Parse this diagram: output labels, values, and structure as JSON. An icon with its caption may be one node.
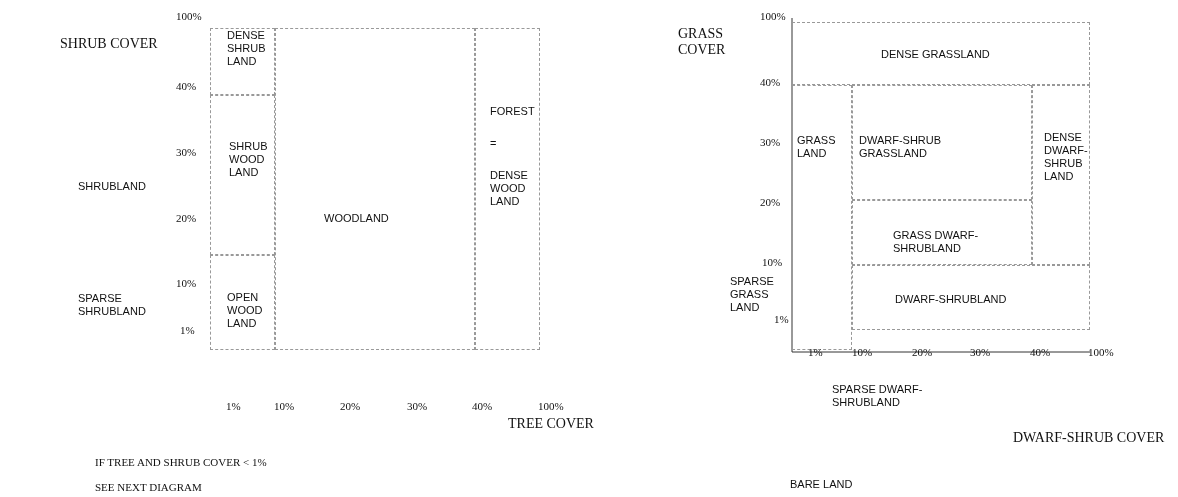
{
  "diagram": {
    "nodes": [
      {
        "text": [
          "DENSE SHRUB LAND"
        ]
      },
      {
        "text": [
          "SHRUB WOOD LAND"
        ]
      },
      {
        "text": [
          "WOODLAND"
        ]
      },
      {
        "text": [
          "FOREST",
          "=",
          "DENSE WOOD LAND"
        ]
      },
      {
        "text": [
          "OPEN WOOD LAND"
        ]
      },
      {
        "text": [
          "DENSE GRASSLAND"
        ]
      },
      {
        "text": [
          "GRASS LAND"
        ]
      },
      {
        "text": [
          "DWARF-SHRUB GRASSLAND"
        ]
      },
      {
        "text": [
          "DENSE DWARF-SHRUB LAND"
        ]
      },
      {
        "text": [
          "GRASS DWARF-SHRUBLAND"
        ]
      },
      {
        "text": [
          "DWARF-SHRUBLAND"
        ]
      }
    ],
    "labels": [
      "100%",
      "SHRUB COVER",
      "40%",
      "30%",
      "SHRUBLAND",
      "20%",
      "10%",
      "SPARSE SHRUBLAND",
      "1%",
      "1%",
      "10%",
      "20%",
      "30%",
      "40%",
      "100%",
      "TREE COVER",
      "IF TREE AND SHRUB COVER < 1%",
      "SEE NEXT DIAGRAM",
      "100%",
      "GRASS COVER",
      "40%",
      "30%",
      "20%",
      "10%",
      "SPARSE GRASS LAND",
      "1%",
      "1%",
      "10%",
      "20%",
      "30%",
      "40%",
      "100%",
      "SPARSE DWARF-SHRUBLAND",
      "DWARF-SHRUB COVER",
      "BARE LAND"
    ]
  }
}
